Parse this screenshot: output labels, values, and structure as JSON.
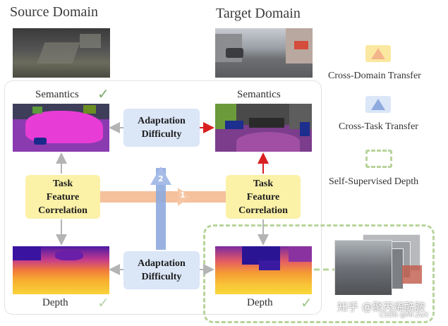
{
  "titles": {
    "source": "Source Domain",
    "target": "Target Domain"
  },
  "labels": {
    "semantics_left": "Semantics",
    "semantics_right": "Semantics",
    "depth_left": "Depth",
    "depth_right": "Depth"
  },
  "boxes": {
    "adaptation_top": [
      "Adaptation",
      "Difficulty"
    ],
    "adaptation_bottom": [
      "Adaptation",
      "Difficulty"
    ],
    "task_left": [
      "Task",
      "Feature",
      "Correlation"
    ],
    "task_right": [
      "Task",
      "Feature",
      "Correlation"
    ]
  },
  "badges": {
    "cross_domain": "1",
    "cross_task": "2"
  },
  "legend": {
    "cross_domain": "Cross-Domain Transfer",
    "cross_task": "Cross-Task Transfer",
    "self_supervised": "Self-Supervised Depth"
  },
  "watermark": {
    "main": "知乎 @聚丙烯酰胺",
    "sub": "CSDN @Mr.zwX"
  },
  "colors": {
    "yellow_box": "#fbf1a7",
    "blue_box": "#dbe6f7",
    "orange_arrow": "#f3b58b",
    "blue_arrow": "#8eaadf",
    "red_arrow": "#d92020",
    "gray_arrow": "#b4b4b4",
    "green_check": "#7aaa6a",
    "dash_green": "#b7d49b"
  }
}
